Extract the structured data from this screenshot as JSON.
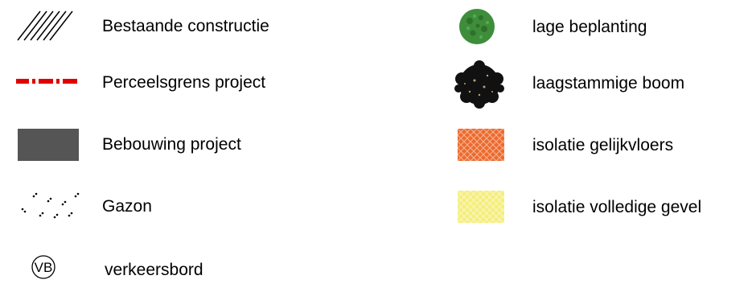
{
  "legend": {
    "items": [
      {
        "label": "Bestaande constructie",
        "icon": "hatch-icon"
      },
      {
        "label": "Perceelsgrens project",
        "icon": "dash-dot-line-icon",
        "color": "#e00000"
      },
      {
        "label": "Bebouwing project",
        "icon": "filled-rect-icon",
        "color": "#555555"
      },
      {
        "label": "Gazon",
        "icon": "grass-dots-icon"
      },
      {
        "label": "verkeersbord",
        "icon": "sign-circle-icon",
        "symbol_text": "VB"
      },
      {
        "label": "lage beplanting",
        "icon": "shrub-icon",
        "color": "#3e8d3a"
      },
      {
        "label": "laagstammige boom",
        "icon": "tree-icon",
        "color": "#111111"
      },
      {
        "label": "isolatie gelijkvloers",
        "icon": "crosshatch-orange-icon",
        "color": "#ec6a2e"
      },
      {
        "label": "isolatie volledige gevel",
        "icon": "crosshatch-yellow-icon",
        "color": "#f5ee7a"
      }
    ]
  }
}
